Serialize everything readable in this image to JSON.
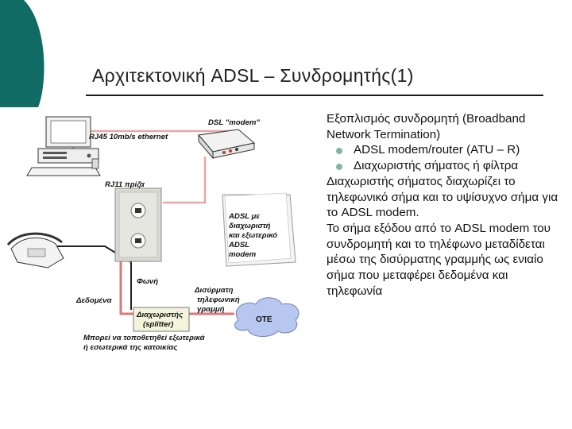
{
  "slide": {
    "title": "Αρχιτεκτονική ADSL – Συνδρομητής(1)",
    "accent_color": "#0f6b63"
  },
  "diagram": {
    "labels": {
      "rj45": "RJ45 10mb/s ethernet",
      "dsl_modem": "DSL \"modem\"",
      "rj11": "RJ11 πρίζα",
      "adsl_filter_1": "ADSL με",
      "adsl_filter_2": "διαχωριστή",
      "adsl_filter_3": "και εξωτερικό",
      "adsl_filter_4": "ADSL",
      "adsl_filter_5": "modem",
      "voice": "Φωνή",
      "data": "Δεδομένα",
      "twisted_1": "Δισύρματη",
      "twisted_2": "τηλεφωνική",
      "twisted_3": "γραμμή",
      "ote": "OTE",
      "splitter_1": "Διαχωριστής",
      "splitter_2": "(splitter)",
      "placement_1": "Μπορεί να τοποθετηθεί εξωτερικά",
      "placement_2": "ή εσωτερικά της κατοικίας"
    }
  },
  "body": {
    "intro": "Εξοπλισμός συνδρομητή (Broadband Network Termination)",
    "bullets": [
      "ADSL modem/router (ATU – R)",
      "Διαχωριστής σήματος ή φίλτρα"
    ],
    "para1": "Διαχωριστής σήματος διαχωρίζει το τηλεφωνικό σήμα και το υψίσυχνο σήμα για το ADSL modem.",
    "para2": "Το σήμα εξόδου από το ADSL modem του συνδρομητή και το τηλέφωνο μεταδίδεται μέσω της δισύρματης γραμμής ως ενιαίο σήμα που μεταφέρει δεδομένα και τηλεφωνία"
  }
}
